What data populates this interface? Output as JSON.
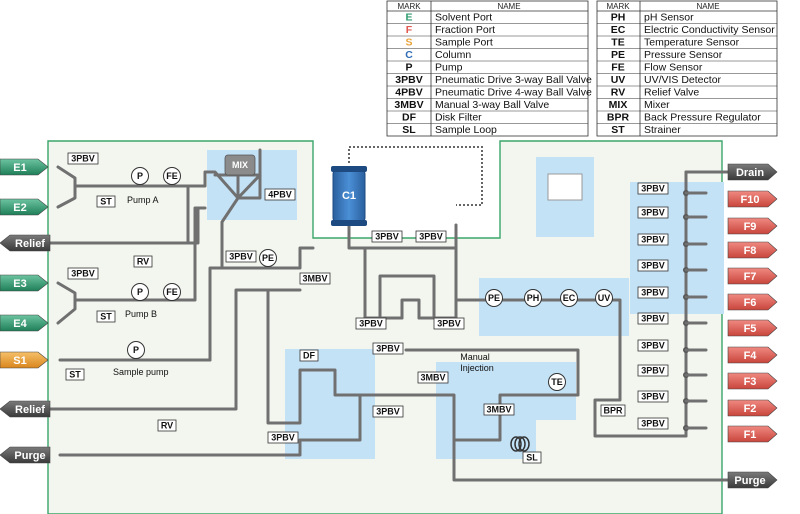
{
  "legend_left": {
    "headers": [
      "MARK",
      "NAME"
    ],
    "rows": [
      {
        "mark": "E",
        "name": "Solvent Port",
        "color": "#2e9a6e"
      },
      {
        "mark": "F",
        "name": "Fraction Port",
        "color": "#e0574e"
      },
      {
        "mark": "S",
        "name": "Sample Port",
        "color": "#e8a33a"
      },
      {
        "mark": "C",
        "name": "Column",
        "color": "#2f6db5"
      },
      {
        "mark": "P",
        "name": "Pump",
        "color": "#111111"
      },
      {
        "mark": "3PBV",
        "name": "Pneumatic Drive 3-way Ball Valve",
        "color": "#111111"
      },
      {
        "mark": "4PBV",
        "name": "Pneumatic Drive 4-way Ball Valve",
        "color": "#111111"
      },
      {
        "mark": "3MBV",
        "name": "Manual 3-way Ball Valve",
        "color": "#111111"
      },
      {
        "mark": "DF",
        "name": "Disk Filter",
        "color": "#111111"
      },
      {
        "mark": "SL",
        "name": "Sample Loop",
        "color": "#111111"
      }
    ]
  },
  "legend_right": {
    "headers": [
      "MARK",
      "NAME"
    ],
    "rows": [
      {
        "mark": "PH",
        "name": "pH Sensor"
      },
      {
        "mark": "EC",
        "name": "Electric Conductivity Sensor"
      },
      {
        "mark": "TE",
        "name": "Temperature Sensor"
      },
      {
        "mark": "PE",
        "name": "Pressure Sensor"
      },
      {
        "mark": "FE",
        "name": "Flow Sensor"
      },
      {
        "mark": "UV",
        "name": "UV/VIS Detector"
      },
      {
        "mark": "RV",
        "name": "Relief Valve"
      },
      {
        "mark": "MIX",
        "name": "Mixer"
      },
      {
        "mark": "BPR",
        "name": "Back Pressure Regulator"
      },
      {
        "mark": "ST",
        "name": "Strainer"
      }
    ]
  },
  "ports_left": {
    "e1": "E1",
    "e2": "E2",
    "relief1": "Relief",
    "e3": "E3",
    "e4": "E4",
    "s1": "S1",
    "relief2": "Relief",
    "purge": "Purge"
  },
  "ports_right": {
    "drain": "Drain",
    "fractions": [
      "F10",
      "F9",
      "F8",
      "F7",
      "F6",
      "F5",
      "F4",
      "F3",
      "F2",
      "F1"
    ],
    "purge": "Purge"
  },
  "labels": {
    "pump_a": "Pump A",
    "pump_b": "Pump B",
    "sample_pump": "Sample pump",
    "manual_injection_1": "Manual",
    "manual_injection_2": "Injection",
    "column": "C1",
    "mixer": "MIX",
    "pump_symbol": "P",
    "flow_symbol": "FE",
    "pressure_symbol": "PE",
    "ph_symbol": "PH",
    "ec_symbol": "EC",
    "uv_symbol": "UV",
    "te_symbol": "TE",
    "tag_3pbv": "3PBV",
    "tag_4pbv": "4PBV",
    "tag_3mbv": "3MBV",
    "tag_st": "ST",
    "tag_rv": "RV",
    "tag_df": "DF",
    "tag_sl": "SL",
    "tag_bpr": "BPR"
  },
  "colors": {
    "solvent": "#2e9a6e",
    "fraction": "#e0574e",
    "sample": "#e8a33a",
    "column": "#2f6db5",
    "drain": "#4a4a4a",
    "panel_border": "#3aa56a",
    "panel_fill": "#f2f6ef",
    "zone": "#bfe0f5"
  }
}
